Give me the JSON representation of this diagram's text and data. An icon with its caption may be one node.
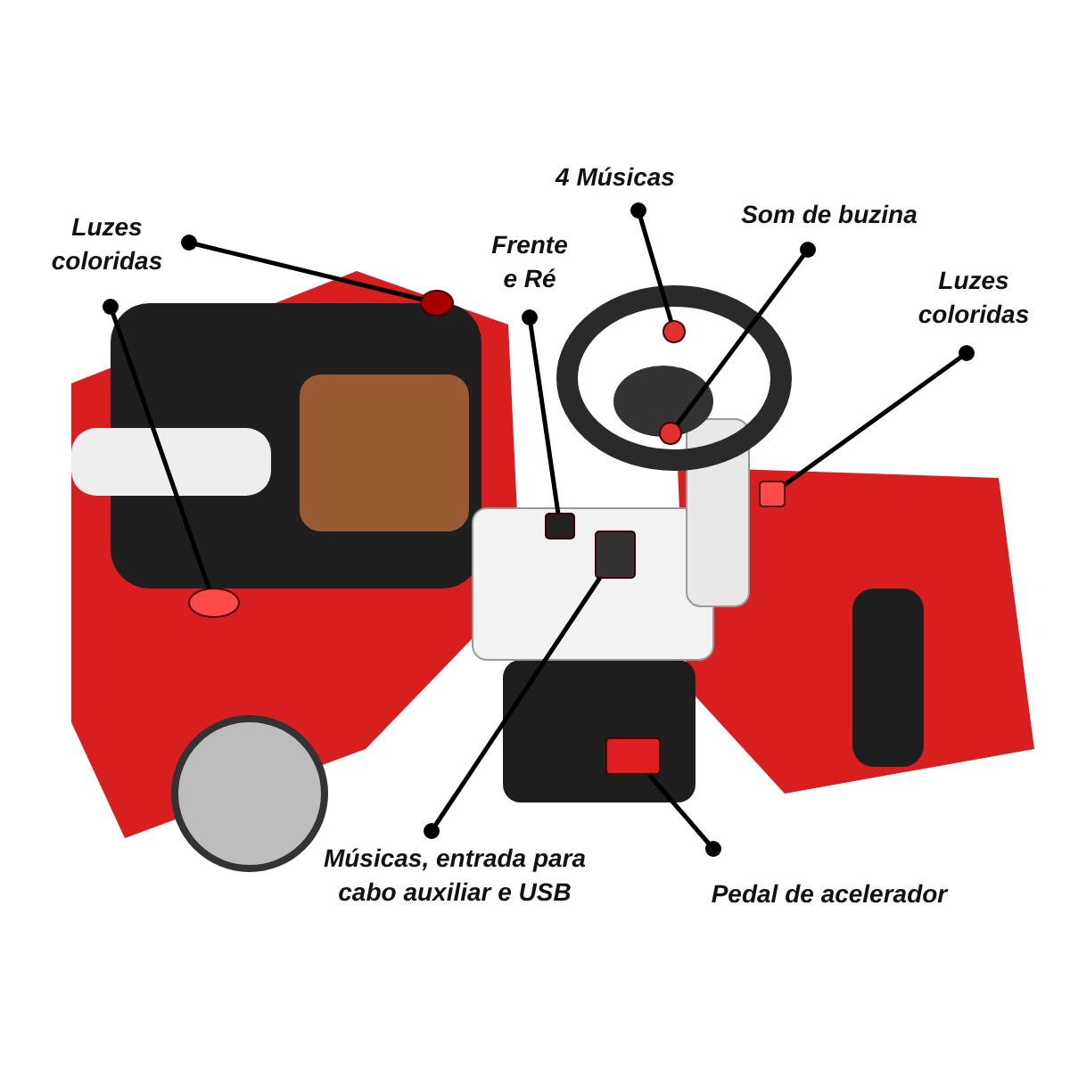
{
  "diagram": {
    "nodes": [
      {
        "text": [
          "Luzes coloridas"
        ]
      },
      {
        "text": [
          "Frente e Ré"
        ]
      },
      {
        "text": [
          "4 Músicas"
        ]
      },
      {
        "text": [
          "Som de buzina"
        ]
      },
      {
        "text": [
          "Luzes coloridas"
        ]
      },
      {
        "text": [
          "Músicas, entrada para cabo auxiliar e USB"
        ]
      },
      {
        "text": [
          "Pedal de acelerador"
        ]
      },
      {
        "text": [],
        "shape": "circle"
      },
      {
        "text": [],
        "shape": "circle"
      },
      {
        "text": [],
        "shape": "box"
      },
      {
        "text": [],
        "shape": "circle"
      },
      {
        "text": [],
        "shape": "circle"
      },
      {
        "text": [],
        "shape": "box"
      },
      {
        "text": [],
        "shape": "box"
      },
      {
        "text": [],
        "shape": "box"
      }
    ],
    "edges": [
      {
        "from": 0,
        "to": 7,
        "arrow": "other"
      },
      {
        "from": 0,
        "to": 8,
        "arrow": "other"
      },
      {
        "from": 1,
        "to": 9,
        "arrow": "other"
      },
      {
        "from": 2,
        "to": 10,
        "arrow": "other"
      },
      {
        "from": 3,
        "to": 11,
        "arrow": "other"
      },
      {
        "from": 4,
        "to": 12,
        "arrow": "other"
      },
      {
        "from": 5,
        "to": 13,
        "arrow": "other"
      },
      {
        "from": 6,
        "to": 14,
        "arrow": "other"
      }
    ]
  }
}
